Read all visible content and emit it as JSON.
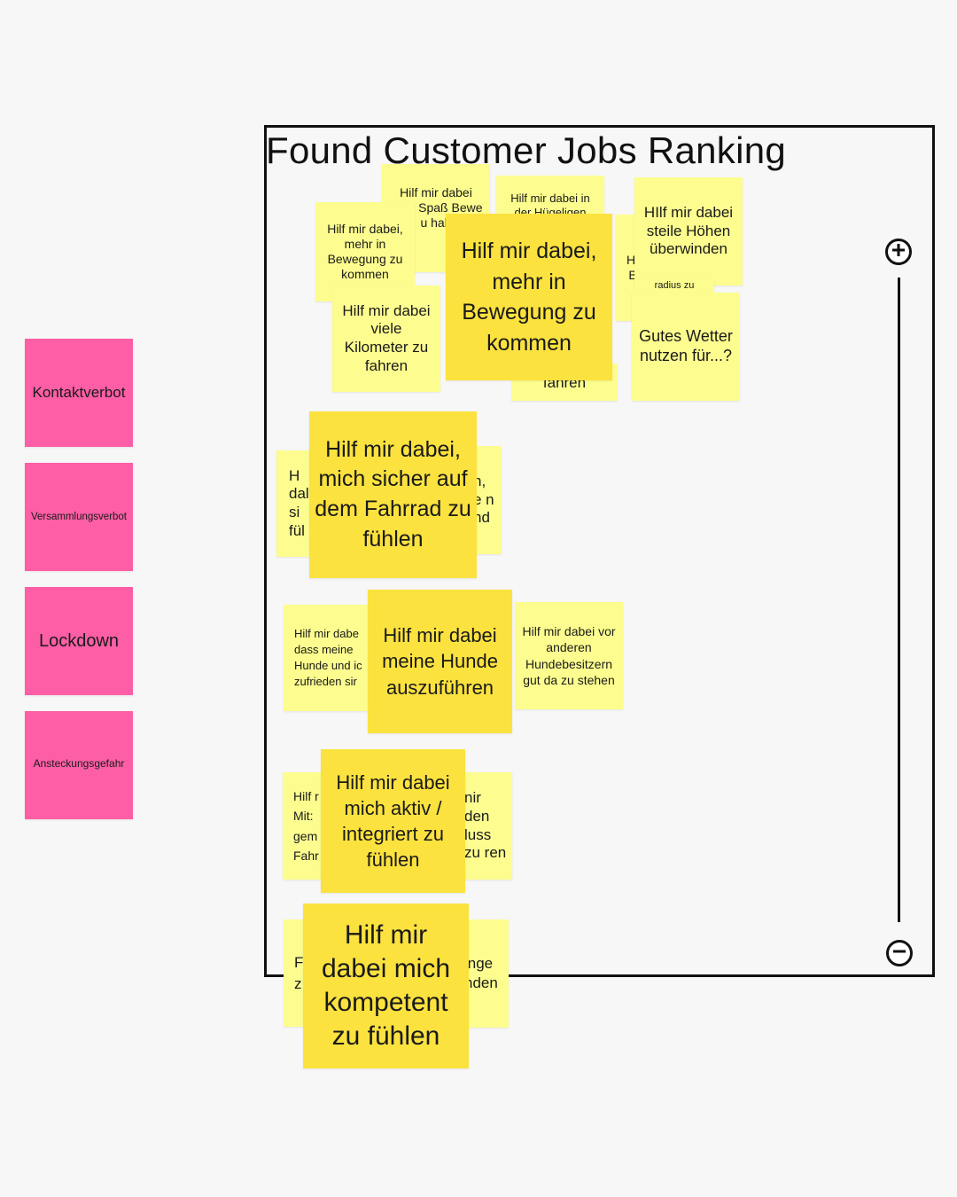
{
  "board": {
    "title": "Found Customer Jobs Ranking",
    "zoom": {
      "in_icon": "plus-circle-icon",
      "out_icon": "minus-circle-icon"
    }
  },
  "pink_notes": [
    "Kontaktverbot",
    "Versammlungsverbot",
    "Lockdown",
    "Ansteckungsgefahr"
  ],
  "cluster1": {
    "spass": "Hilf mir dabei Alter Spaß Bewe u hab",
    "huegel": "Hilf mir dabei in der Hügeligen",
    "bewegung_small": "Hilf mir dabei, mehr in Bewegung zu kommen",
    "kilometer": "Hilf mir dabei viele Kilometer zu fahren",
    "fahren_partial": "fahren",
    "steile": "HIlf mir dabei steile Höhen überwinden",
    "radius": "radius zu",
    "hi_b_partial": "HI B",
    "wetter": "Gutes Wetter nutzen für...?",
    "main": "Hilf mir dabei, mehr in Bewegung zu kommen"
  },
  "cluster2": {
    "left_partial": "H dal si fül",
    "right_partial": "n, e n nd",
    "main": "Hilf mir dabei, mich sicher auf dem Fahrrad zu fühlen"
  },
  "cluster3": {
    "hunde_zufrieden": "Hilf mir dabe dass meine Hunde und ic zufrieden sir",
    "main": "Hilf mir dabei meine Hunde auszuführen",
    "hundebesitzer": "Hilf mir dabei vor anderen Hundebesitzern gut da zu stehen"
  },
  "cluster4": {
    "left_partial": "Hilf r Mit: gem Fahr",
    "right_partial": "nir den luss zu ren",
    "main": "Hilf mir dabei mich aktiv / integriert zu fühlen"
  },
  "cluster5": {
    "left_partial": "F z",
    "right_partial": "inge nden",
    "main": "Hilf mir dabei mich kompetent zu fühlen"
  }
}
